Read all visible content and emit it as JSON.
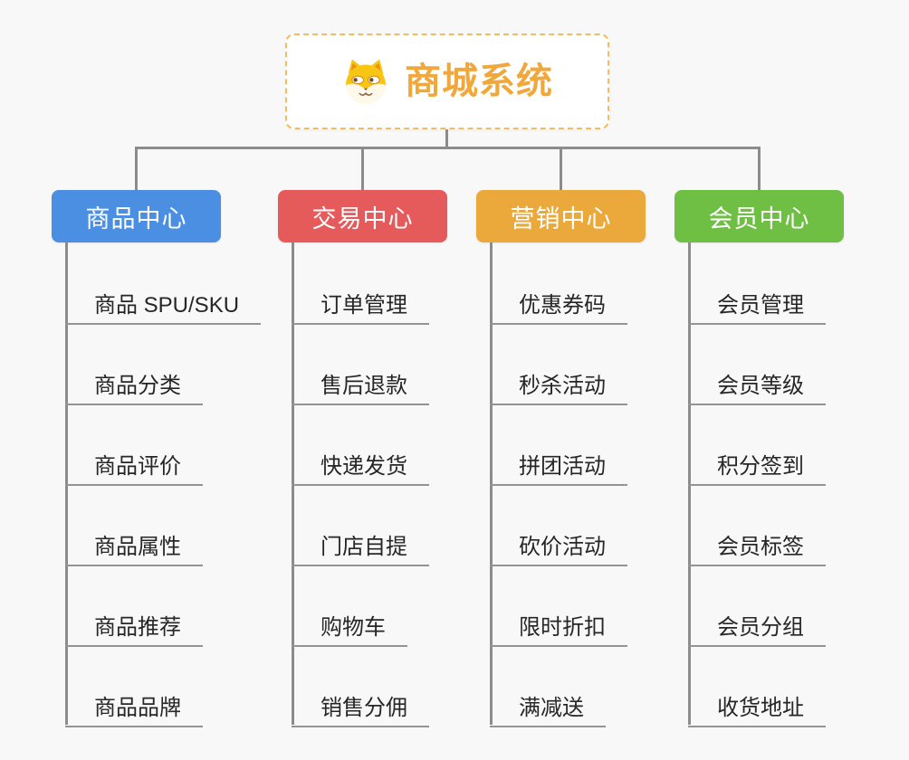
{
  "page": {
    "background": "#F8F8F8",
    "connector_color": "#8C8C8C",
    "underline_color": "#949494",
    "leaf_text_color": "#262626"
  },
  "root": {
    "title": "商城系统",
    "title_color": "#F0A83C",
    "border_color": "#F3BB62",
    "icon": "shiba-dog-icon"
  },
  "branches": [
    {
      "label": "商品中心",
      "color": "#4B8FE2",
      "children": [
        "商品 SPU/SKU",
        "商品分类",
        "商品评价",
        "商品属性",
        "商品推荐",
        "商品品牌"
      ]
    },
    {
      "label": "交易中心",
      "color": "#E55B5B",
      "children": [
        "订单管理",
        "售后退款",
        "快递发货",
        "门店自提",
        "购物车",
        "销售分佣"
      ]
    },
    {
      "label": "营销中心",
      "color": "#EBA93B",
      "children": [
        "优惠券码",
        "秒杀活动",
        "拼团活动",
        "砍价活动",
        "限时折扣",
        "满减送"
      ]
    },
    {
      "label": "会员中心",
      "color": "#6FBF44",
      "children": [
        "会员管理",
        "会员等级",
        "积分签到",
        "会员标签",
        "会员分组",
        "收货地址"
      ]
    }
  ]
}
